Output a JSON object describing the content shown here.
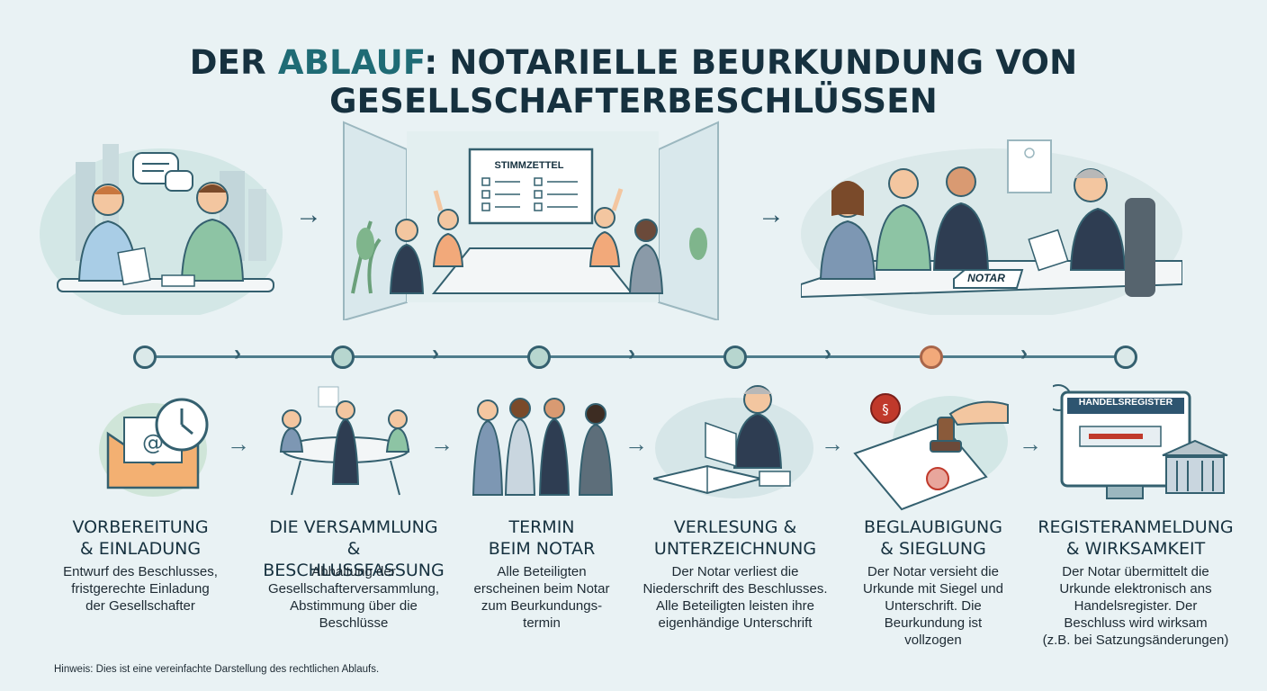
{
  "title": {
    "prefix": "DER ",
    "accent": "ABLAUF",
    "suffix": ": NOTARIELLE BEURKUNDUNG VON GESELLSCHAFTERBESCHLÜSSEN"
  },
  "scenes": {
    "voting_board": "STIMMZETTEL",
    "notary_sign": "NOTAR"
  },
  "register_screen": "HANDELSREGISTER",
  "steps": [
    {
      "title_1": "VORBEREITUNG",
      "title_2": "& EINLADUNG",
      "desc": [
        "Entwurf des Beschlusses,",
        "fristgerechte Einladung",
        "der Gesellschafter"
      ]
    },
    {
      "title_1": "DIE VERSAMMLUNG",
      "title_2": "& BESCHLUSSFASSUNG",
      "desc": [
        "Abhaltung der",
        "Gesellschafterversammlung,",
        "Abstimmung über die",
        "Beschlüsse"
      ]
    },
    {
      "title_1": "TERMIN",
      "title_2": "BEIM NOTAR",
      "desc": [
        "Alle Beteiligten",
        "erscheinen beim Notar",
        "zum Beurkundungs-",
        "termin"
      ]
    },
    {
      "title_1": "VERLESUNG &",
      "title_2": "UNTERZEICHNUNG",
      "desc": [
        "Der Notar verliest die",
        "Niederschrift des Beschlusses.",
        "Alle Beteiligten leisten ihre",
        "eigenhändige Unterschrift"
      ]
    },
    {
      "title_1": "BEGLAUBIGUNG",
      "title_2": "& SIEGLUNG",
      "desc": [
        "Der Notar versieht die",
        "Urkunde mit Siegel und",
        "Unterschrift. Die",
        "Beurkundung ist",
        "vollzogen"
      ]
    },
    {
      "title_1": "REGISTERANMELDUNG",
      "title_2": "& WIRKSAMKEIT",
      "desc": [
        "Der Notar übermittelt die",
        "Urkunde elektronisch ans",
        "Handelsregister. Der",
        "Beschluss wird wirksam",
        "(z.B. bei Satzungsänderungen)"
      ]
    }
  ],
  "note": "Hinweis: Dies ist eine vereinfachte Darstellung des rechtlichen Ablaufs.",
  "colors": {
    "accent": "#1f6b75",
    "node_orange": "#f2a97a",
    "line": "#4f7d8c"
  }
}
